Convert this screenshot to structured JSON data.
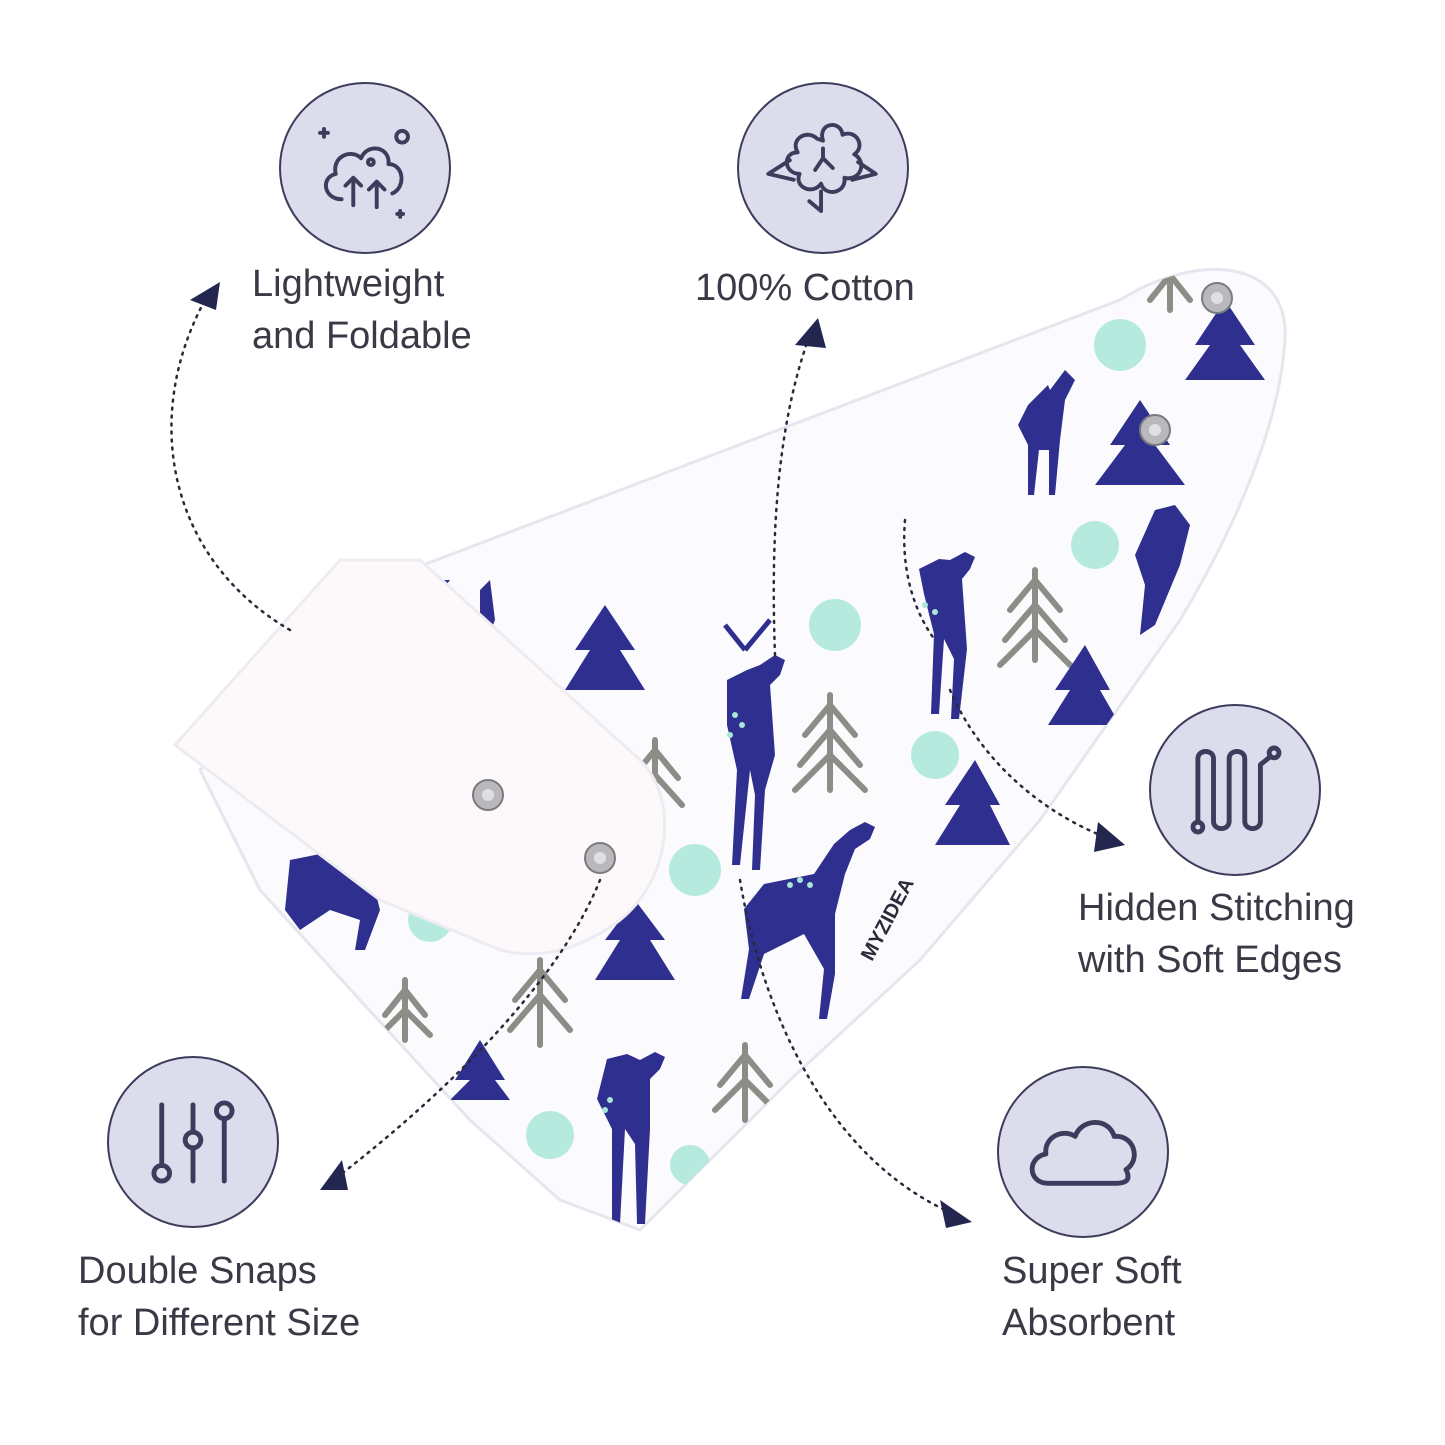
{
  "features": {
    "lightweight": {
      "line1": "Lightweight",
      "line2": "and Foldable",
      "icon": "cloud-arrows-icon"
    },
    "cotton": {
      "line1": "100% Cotton",
      "icon": "cotton-flower-icon"
    },
    "stitching": {
      "line1": "Hidden Stitching",
      "line2": "with Soft Edges",
      "icon": "stitch-zigzag-icon"
    },
    "snaps": {
      "line1": "Double Snaps",
      "line2": "for Different Size",
      "icon": "sliders-icon"
    },
    "soft": {
      "line1": "Super Soft",
      "line2": "Absorbent",
      "icon": "cloud-icon"
    }
  },
  "product": {
    "brand_tag": "MYZIDEA"
  },
  "colors": {
    "navy": "#2e2f8f",
    "icon_bg": "#dcdcec",
    "arrow": "#23264f",
    "tree_gray": "#8d8c86",
    "dot_mint": "#a9e6d9"
  }
}
